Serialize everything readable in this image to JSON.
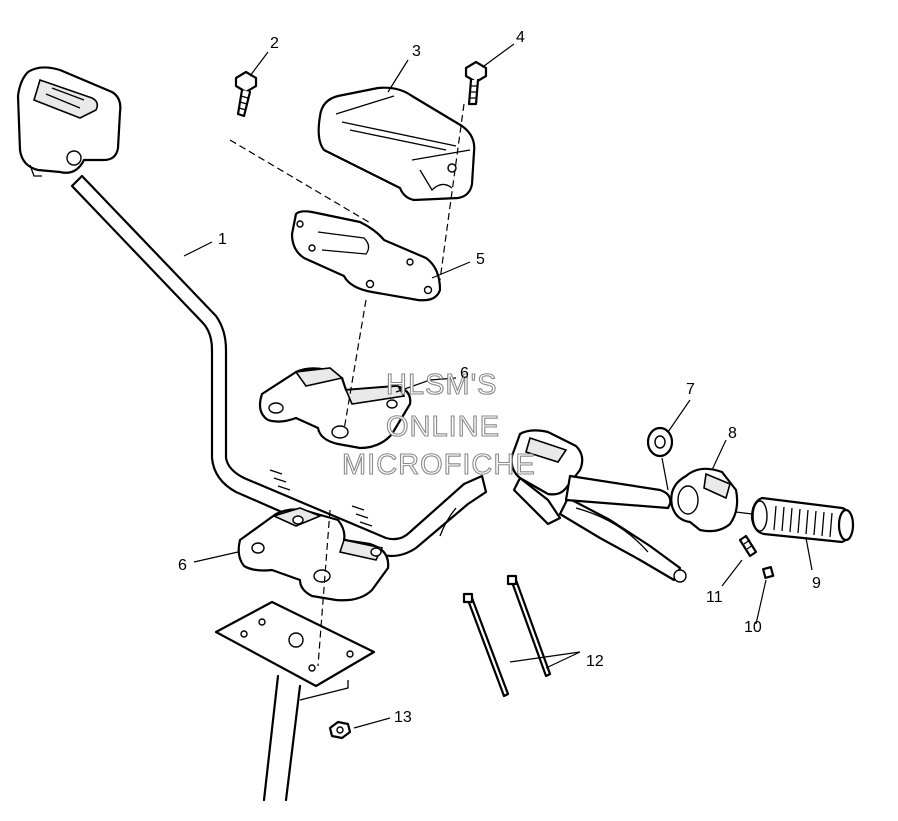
{
  "diagram": {
    "callouts": {
      "c1": "1",
      "c2": "2",
      "c3": "3",
      "c4": "4",
      "c5": "5",
      "c6a": "6",
      "c6b": "6",
      "c7": "7",
      "c8": "8",
      "c9": "9",
      "c10": "10",
      "c11": "11",
      "c12": "12",
      "c13": "13"
    },
    "watermark": {
      "line1": "HLSM'S",
      "line2": "ONLINE",
      "line3": "MICROFICHE"
    }
  }
}
